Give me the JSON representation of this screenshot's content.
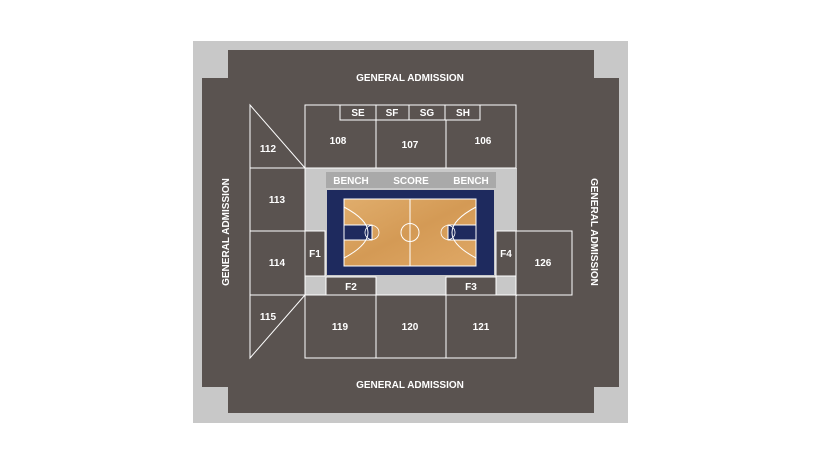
{
  "general_admission": {
    "top": "GENERAL ADMISSION",
    "bottom": "GENERAL ADMISSION",
    "left": "GENERAL ADMISSION",
    "right": "GENERAL ADMISSION"
  },
  "sections": {
    "s108": "108",
    "s107": "107",
    "s106": "106",
    "s112": "112",
    "s113": "113",
    "s114": "114",
    "s115": "115",
    "s119": "119",
    "s120": "120",
    "s121": "121",
    "s126": "126",
    "se": "SE",
    "sf": "SF",
    "sg": "SG",
    "sh": "SH",
    "f1": "F1",
    "f2": "F2",
    "f3": "F3",
    "f4": "F4"
  },
  "court_labels": {
    "bench_left": "BENCH",
    "score": "SCORE",
    "bench_right": "BENCH"
  },
  "colors": {
    "seat": "#5a5350",
    "concourse": "#c8c8c8",
    "court_border": "#1e2a5e",
    "court_floor": "#d9a15c",
    "bench_bar": "#a9a9a9",
    "line": "#ffffff"
  }
}
